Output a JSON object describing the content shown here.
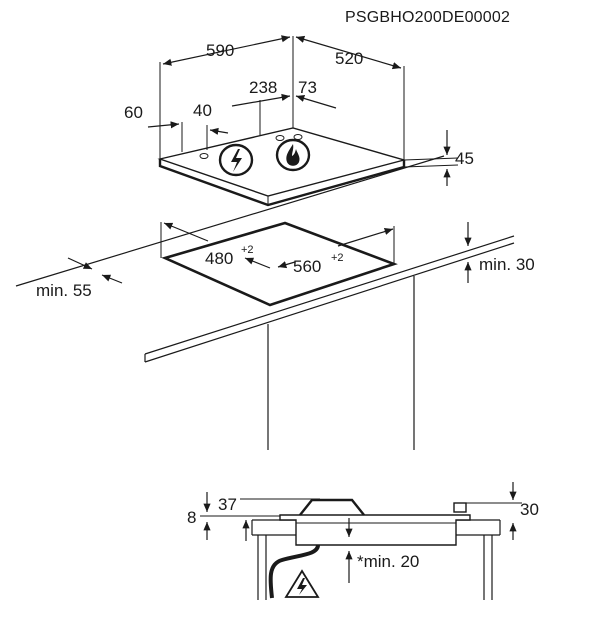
{
  "code": "PSGBHO200DE00002",
  "dims": {
    "width": "590",
    "depth": "520",
    "dist_left": "60",
    "dist_40": "40",
    "dist_238": "238",
    "dist_73": "73",
    "height_top": "45",
    "cutout_depth": "480",
    "cutout_depth_tol": "+2",
    "cutout_width": "560",
    "cutout_width_tol": "+2",
    "min_front": "min. 55",
    "min_wall": "min. 30",
    "side_8": "8",
    "side_37": "37",
    "side_30": "30",
    "min_below": "*min. 20"
  },
  "icons": {
    "electric": "electric-symbol-icon",
    "flame": "gas-flame-icon",
    "warning": "electric-hazard-warning-icon"
  }
}
